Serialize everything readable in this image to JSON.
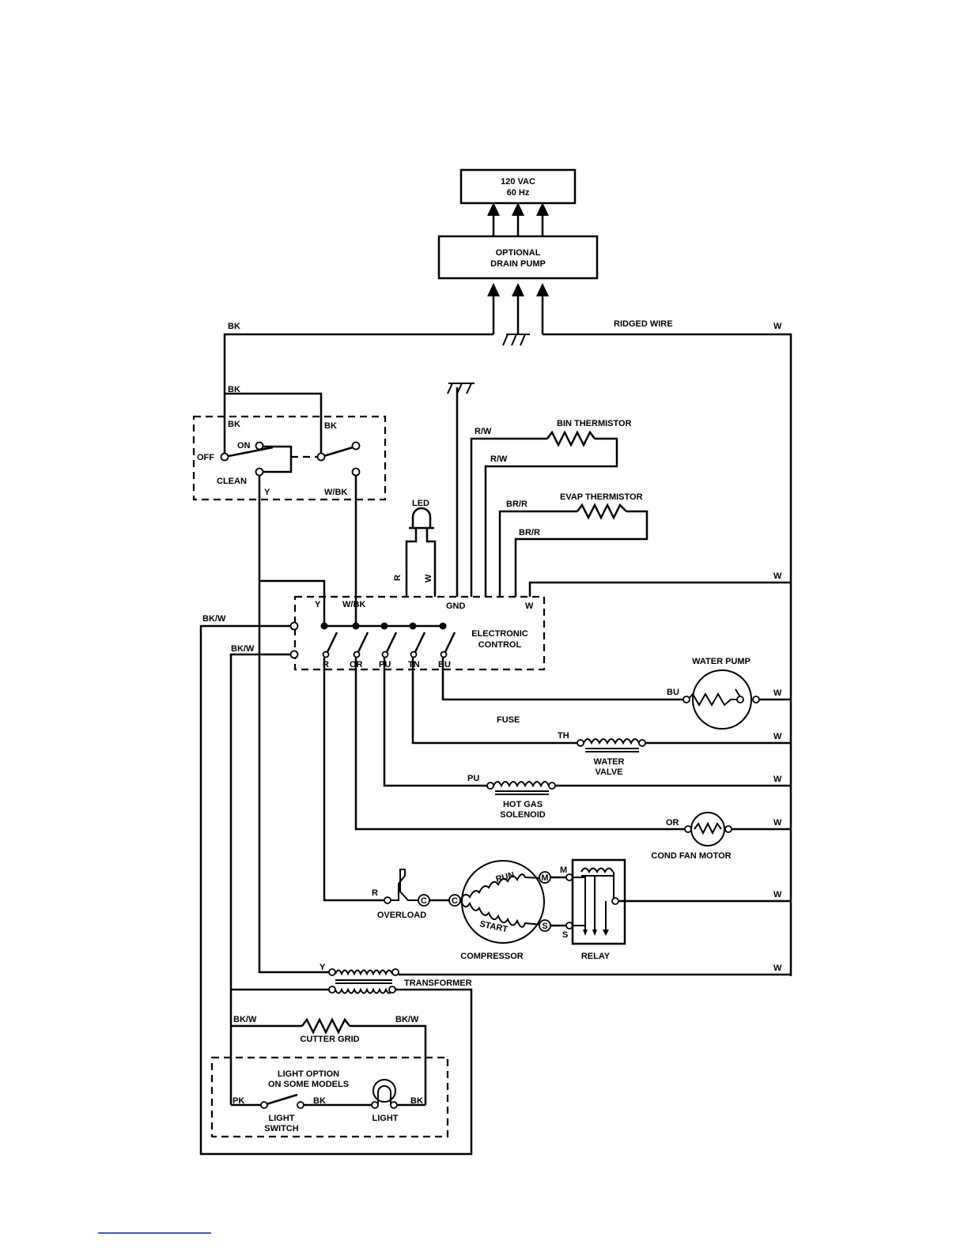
{
  "labels": {
    "power": {
      "line1": "120 VAC",
      "line2": "60 Hz"
    },
    "drain_pump": {
      "line1": "OPTIONAL",
      "line2": "DRAIN PUMP"
    },
    "ridged_wire": "RIDGED WIRE",
    "bin_thermistor": "BIN THERMISTOR",
    "evap_thermistor": "EVAP THERMISTOR",
    "led": "LED",
    "electronic_control": {
      "line1": "ELECTRONIC",
      "line2": "CONTROL"
    },
    "water_pump": "WATER PUMP",
    "fuse": "FUSE",
    "water_valve": {
      "line1": "WATER",
      "line2": "VALVE"
    },
    "hot_gas_solenoid": {
      "line1": "HOT GAS",
      "line2": "SOLENOID"
    },
    "cond_fan_motor": "COND FAN MOTOR",
    "overload": "OVERLOAD",
    "compressor": "COMPRESSOR",
    "run": "RUN",
    "start": "START",
    "relay": "RELAY",
    "transformer": "TRANSFORMER",
    "cutter_grid": "CUTTER GRID",
    "light_option": {
      "line1": "LIGHT OPTION",
      "line2": "ON SOME MODELS"
    },
    "light_switch": {
      "line1": "LIGHT",
      "line2": "SWITCH"
    },
    "light": "LIGHT",
    "switch_off": "OFF",
    "switch_on": "ON",
    "switch_clean": "CLEAN"
  },
  "wire_codes": {
    "bk": "BK",
    "w": "W",
    "y": "Y",
    "w_bk": "W/BK",
    "bk_w": "BK/W",
    "r_w": "R/W",
    "br_r": "BR/R",
    "gnd": "GND",
    "r": "R",
    "or": "OR",
    "pu": "PU",
    "tn": "TN",
    "bu": "BU",
    "th": "TH",
    "pk": "PK",
    "m": "M",
    "s": "S",
    "c": "C",
    "led_r": "R",
    "led_w": "W"
  }
}
